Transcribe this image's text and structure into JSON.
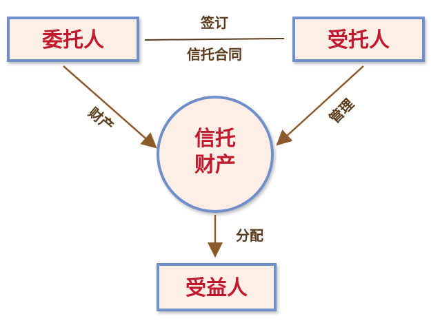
{
  "nodes": {
    "trustor": "委托人",
    "trustee": "受托人",
    "beneficiary": "受益人",
    "trust_property_line1": "信托",
    "trust_property_line2": "财产"
  },
  "edges": {
    "sign": "签订",
    "contract": "信托合同",
    "property": "财产",
    "manage": "管理",
    "distribute": "分配"
  },
  "colors": {
    "box_fill": "#fdeee6",
    "box_border": "#6f8fc9",
    "text_red": "#c0182c",
    "arrow": "#8b5a2b",
    "label": "#5a3a1a"
  }
}
